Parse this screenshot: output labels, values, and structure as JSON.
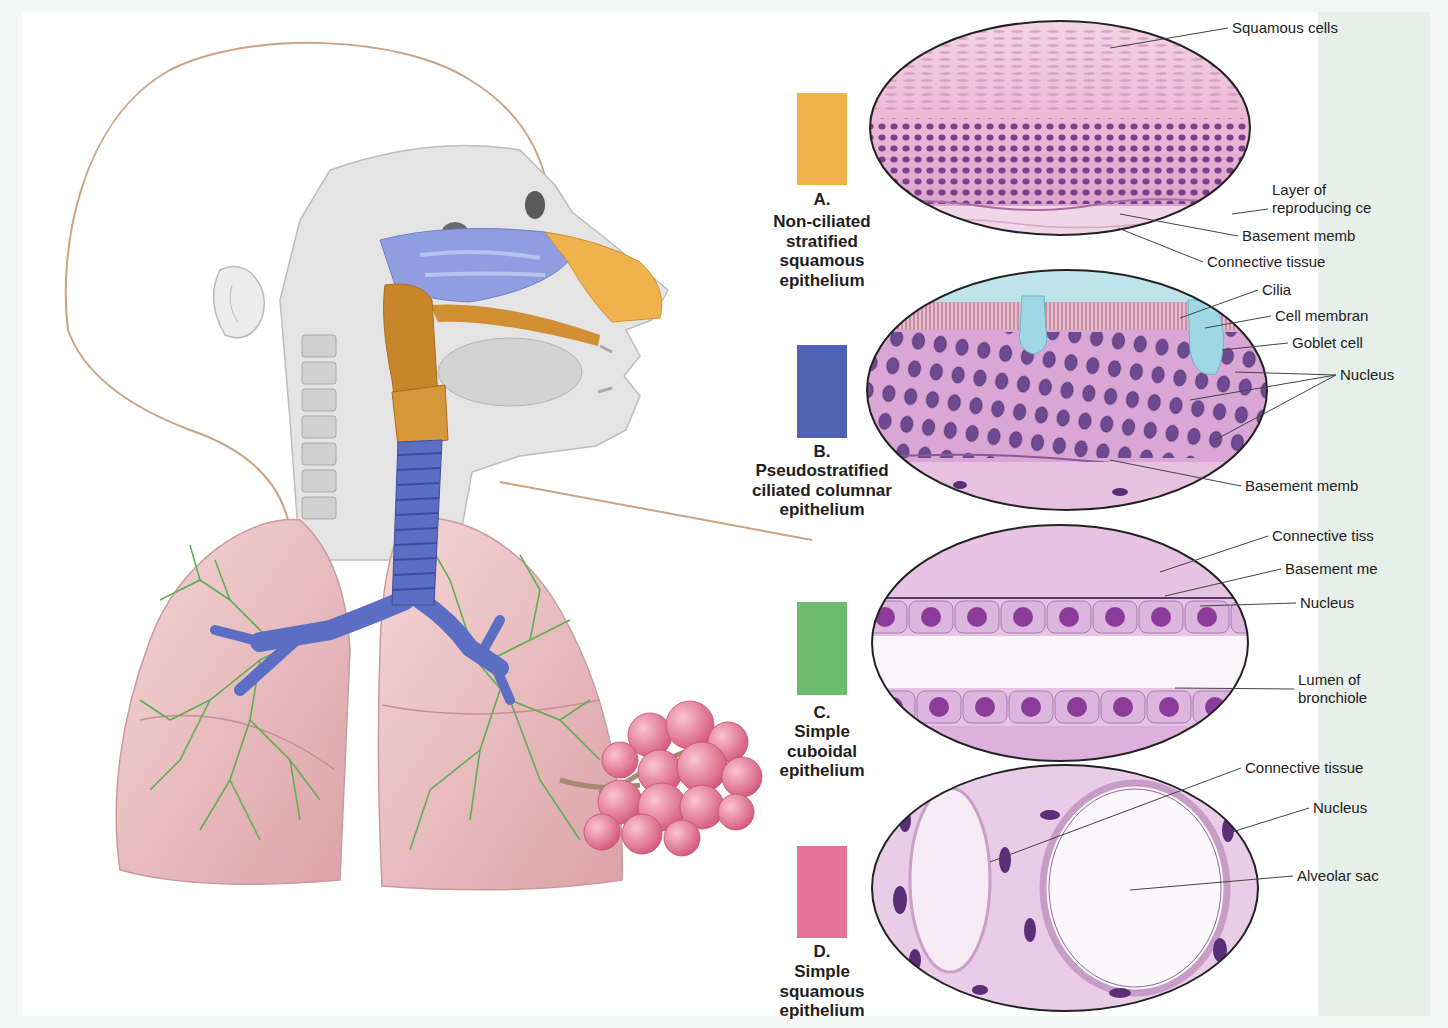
{
  "diagram": {
    "labels": [
      "A.",
      "B.",
      "C.",
      "D.",
      "Squamous cells",
      "Layer of reproducing ce",
      "Basement memb",
      "Connective tissue",
      "Cilia",
      "Cell membran",
      "Goblet cell",
      "Nucleus",
      "Basement memb",
      "Connective tiss",
      "Basement me",
      "Nucleus",
      "Lumen of bronchiole",
      "Connective tissue",
      "Nucleus",
      "Alveolar sac"
    ],
    "legend": [
      {
        "text": "Non-ciliated stratified squamous epithelium",
        "color": "#f0b24c"
      },
      {
        "text": "Pseudostratified ciliated columnar epithelium",
        "color": "#4f62b4"
      },
      {
        "text": "Simple cuboidal epithelium",
        "color": "#6dbb6d"
      },
      {
        "text": "Simple squamous epithelium",
        "color": "#e8739a"
      }
    ]
  }
}
